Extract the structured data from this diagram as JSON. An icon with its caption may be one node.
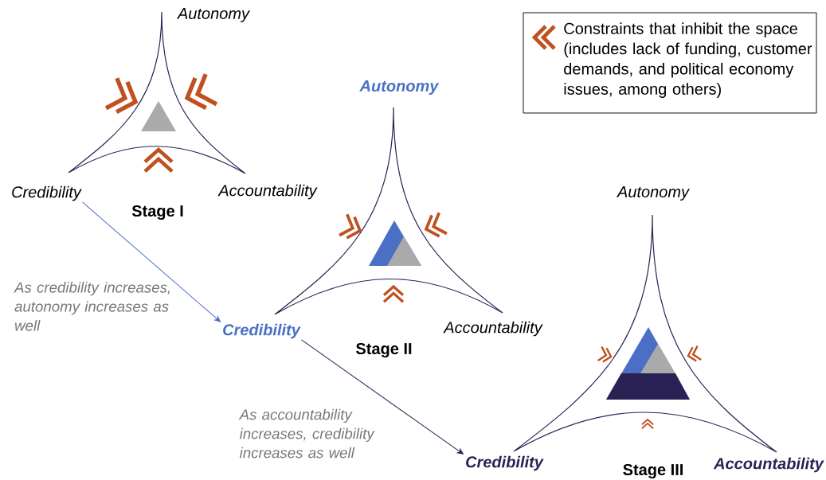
{
  "diagram": {
    "nodes": [
      {
        "text": [
          "Credibility"
        ]
      },
      {
        "text": [
          "Credibility"
        ]
      },
      {
        "text": [
          "Credibility"
        ]
      }
    ],
    "edges": [
      {
        "from": 0,
        "to": 1,
        "arrow": "to",
        "color": "#4a6fc4",
        "label": "As credibility increases, autonomy increases as well"
      },
      {
        "from": 1,
        "to": 2,
        "arrow": "to",
        "color": "#2a2255",
        "label": "As accountability increases, credibility increases as well"
      }
    ],
    "labels": [
      "Autonomy",
      "Accountability",
      "Stage I",
      "Autonomy",
      "Accountability",
      "Stage II",
      "Autonomy",
      "Stage III",
      "Accountability"
    ],
    "legend": [
      {
        "text": "Constraints that inhibit the space (includes lack of funding, customer demands, and political economy issues, among others)"
      }
    ]
  }
}
